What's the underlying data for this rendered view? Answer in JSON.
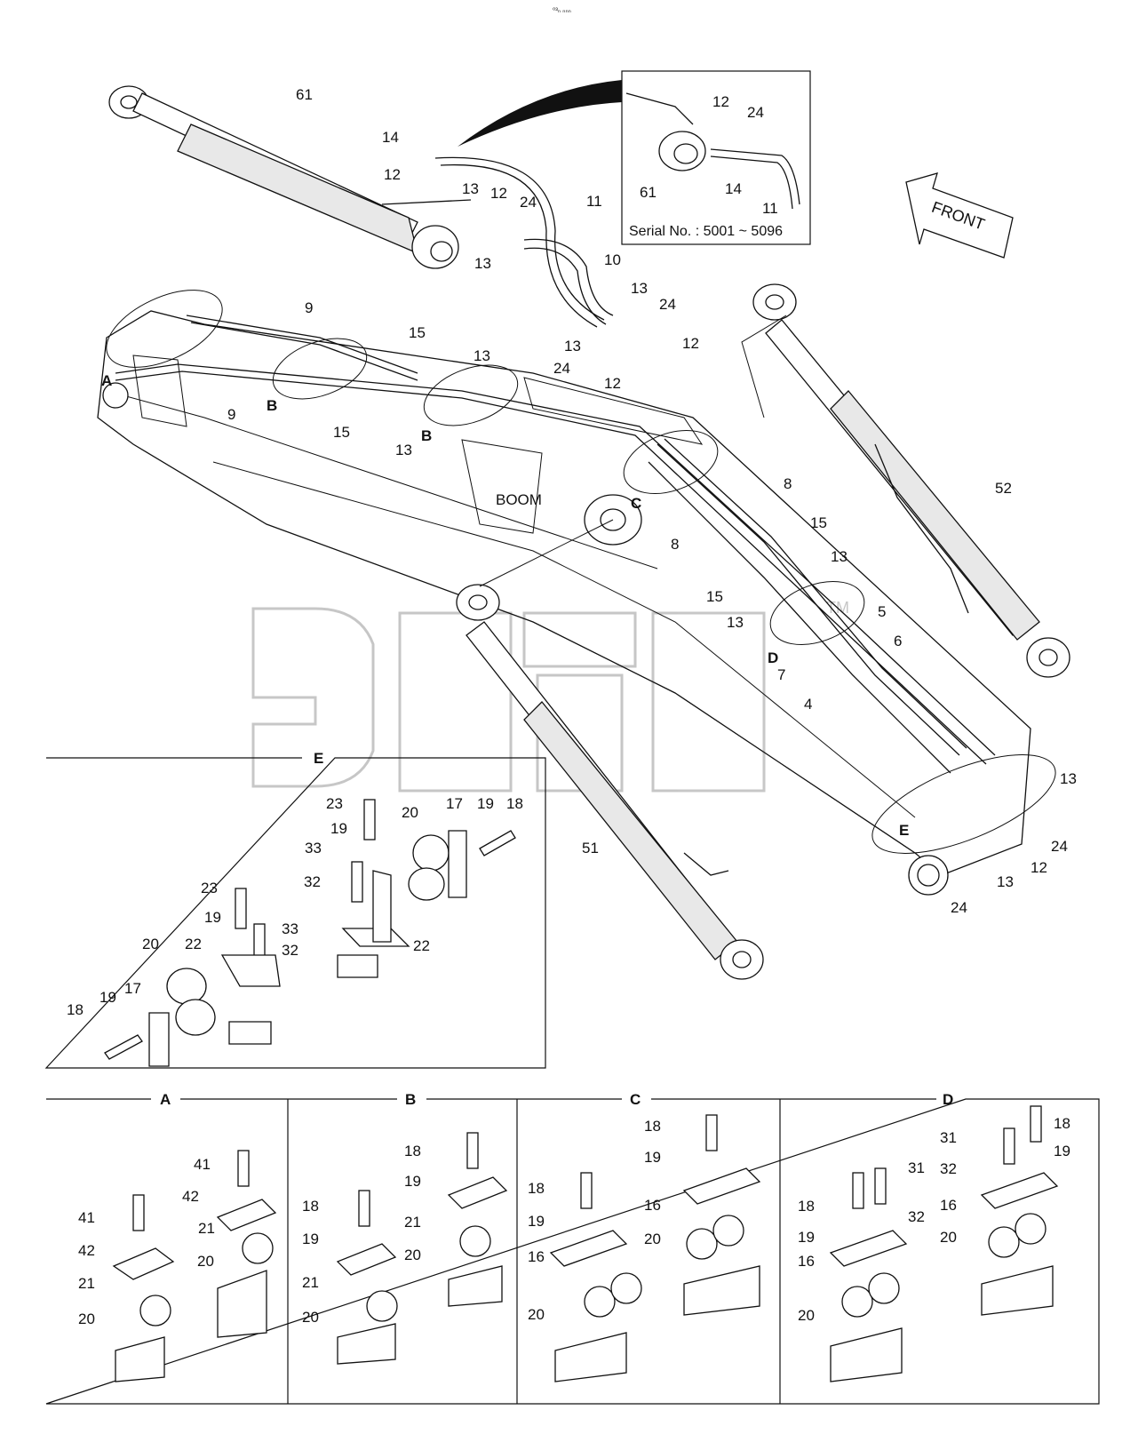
{
  "header": {
    "code": "⁰³ₙ ₙₙₙ"
  },
  "inset": {
    "serial_label": "Serial No. : 5001 ~ 5096"
  },
  "front_label": "FRONT",
  "boom_label": "BOOM",
  "watermark": {
    "text": "ЭПС",
    "tm": "TM"
  },
  "detail_letters": {
    "A": "A",
    "B": "B",
    "C": "C",
    "D": "D",
    "E": "E"
  },
  "panels": {
    "E": {
      "title": "E"
    },
    "A": {
      "title": "A"
    },
    "B": {
      "title": "B"
    },
    "C": {
      "title": "C"
    },
    "D": {
      "title": "D"
    }
  },
  "callouts": {
    "main": [
      "61",
      "14",
      "12",
      "13",
      "12",
      "24",
      "13",
      "11",
      "10",
      "13",
      "24",
      "13",
      "12",
      "24",
      "12",
      "9",
      "9",
      "15",
      "15",
      "13",
      "13",
      "12",
      "24",
      "61",
      "14",
      "11",
      "52",
      "8",
      "8",
      "15",
      "13",
      "15",
      "13",
      "5",
      "6",
      "7",
      "4",
      "13",
      "24",
      "12",
      "13",
      "24",
      "51"
    ],
    "panel_E": [
      "23",
      "19",
      "33",
      "32",
      "20",
      "17",
      "19",
      "18",
      "22",
      "23",
      "19",
      "33",
      "32",
      "20",
      "22",
      "17",
      "19",
      "18"
    ],
    "panel_A": [
      "41",
      "42",
      "21",
      "20",
      "41",
      "42",
      "21",
      "20"
    ],
    "panel_B": [
      "18",
      "19",
      "21",
      "20",
      "18",
      "19",
      "21",
      "20"
    ],
    "panel_C": [
      "18",
      "19",
      "16",
      "20",
      "18",
      "19",
      "16",
      "20"
    ],
    "panel_D": [
      "31",
      "18",
      "32",
      "19",
      "16",
      "20",
      "18",
      "31",
      "19",
      "32",
      "16",
      "20"
    ]
  }
}
